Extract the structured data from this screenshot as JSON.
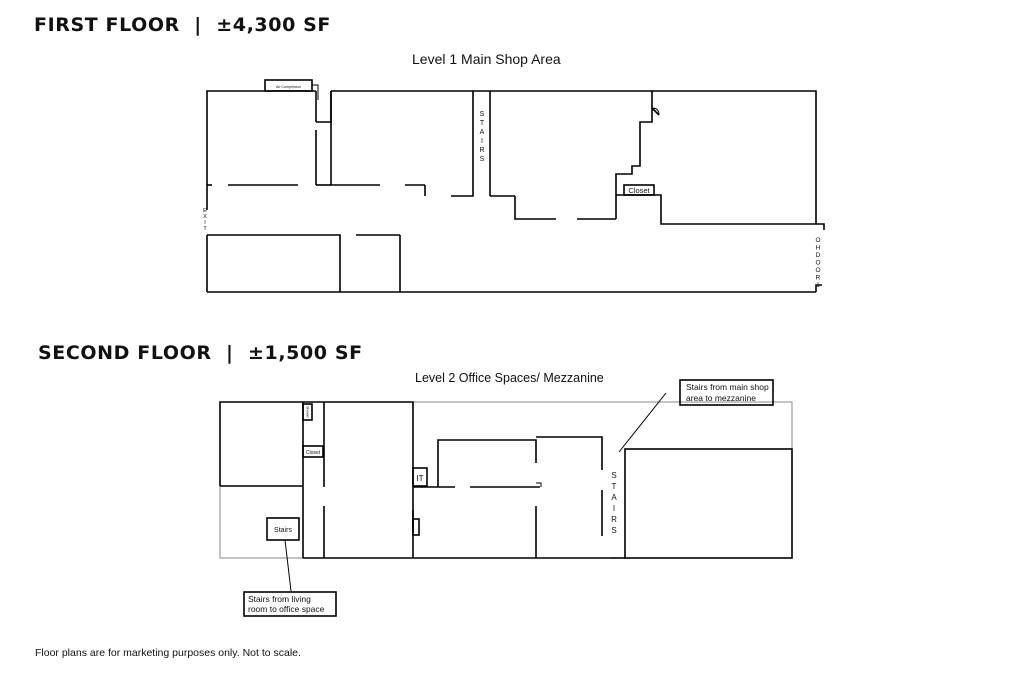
{
  "first_floor": {
    "heading": "FIRST FLOOR  |  ±4,300 SF",
    "title": "Level 1 Main Shop Area",
    "labels": {
      "air_compressor": "Air Compressor",
      "stairs": "STAIRS",
      "closet": "Closet",
      "exit": "EXIT",
      "oh_door": "OHDOOR1"
    }
  },
  "second_floor": {
    "heading": "SECOND FLOOR  |  ±1,500 SF",
    "title": "Level 2 Office Spaces/ Mezzanine",
    "labels": {
      "shower": "Shower",
      "closet": "Closet",
      "it": "IT",
      "stairs_box": "Stairs",
      "stairs_vertical": "STAIRS"
    },
    "callouts": {
      "main_shop_stairs": [
        "Stairs from main shop",
        "area to mezzanine"
      ],
      "living_room_stairs": [
        "Stairs from living",
        "room to office space"
      ]
    }
  },
  "footer": "Floor plans are for marketing purposes only. Not to scale."
}
